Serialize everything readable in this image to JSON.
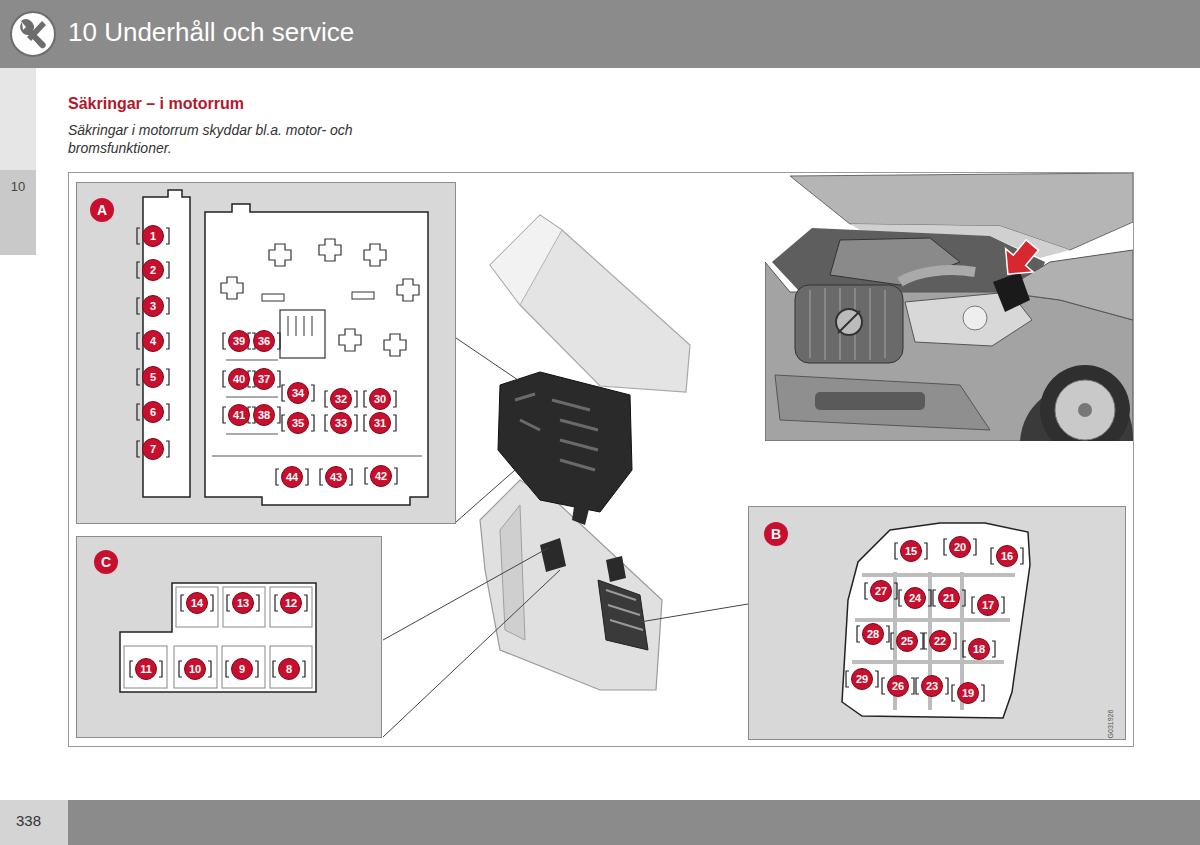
{
  "diagram": {
    "title": "Säkringar – i motorrum",
    "caption": "Säkringar i motorrum skyddar bl.a. motor- och bromsfunktioner.",
    "nodes": [
      {
        "text": [
          "A"
        ]
      },
      {
        "text": [
          "1"
        ],
        "in": 0
      },
      {
        "text": [
          "2"
        ],
        "in": 0
      },
      {
        "text": [
          "3"
        ],
        "in": 0
      },
      {
        "text": [
          "4"
        ],
        "in": 0
      },
      {
        "text": [
          "5"
        ],
        "in": 0
      },
      {
        "text": [
          "6"
        ],
        "in": 0
      },
      {
        "text": [
          "7"
        ],
        "in": 0
      },
      {
        "text": [
          "39"
        ],
        "in": 0
      },
      {
        "text": [
          "36"
        ],
        "in": 0
      },
      {
        "text": [
          "40"
        ],
        "in": 0
      },
      {
        "text": [
          "37"
        ],
        "in": 0
      },
      {
        "text": [
          "41"
        ],
        "in": 0
      },
      {
        "text": [
          "38"
        ],
        "in": 0
      },
      {
        "text": [
          "34"
        ],
        "in": 0
      },
      {
        "text": [
          "35"
        ],
        "in": 0
      },
      {
        "text": [
          "32"
        ],
        "in": 0
      },
      {
        "text": [
          "30"
        ],
        "in": 0
      },
      {
        "text": [
          "33"
        ],
        "in": 0
      },
      {
        "text": [
          "31"
        ],
        "in": 0
      },
      {
        "text": [
          "44"
        ],
        "in": 0
      },
      {
        "text": [
          "43"
        ],
        "in": 0
      },
      {
        "text": [
          "42"
        ],
        "in": 0
      },
      {
        "text": [
          "B"
        ]
      },
      {
        "text": [
          "15"
        ],
        "in": 23
      },
      {
        "text": [
          "20"
        ],
        "in": 23
      },
      {
        "text": [
          "16"
        ],
        "in": 23
      },
      {
        "text": [
          "27"
        ],
        "in": 23
      },
      {
        "text": [
          "24"
        ],
        "in": 23
      },
      {
        "text": [
          "21"
        ],
        "in": 23
      },
      {
        "text": [
          "17"
        ],
        "in": 23
      },
      {
        "text": [
          "28"
        ],
        "in": 23
      },
      {
        "text": [
          "25"
        ],
        "in": 23
      },
      {
        "text": [
          "22"
        ],
        "in": 23
      },
      {
        "text": [
          "18"
        ],
        "in": 23
      },
      {
        "text": [
          "29"
        ],
        "in": 23
      },
      {
        "text": [
          "26"
        ],
        "in": 23
      },
      {
        "text": [
          "23"
        ],
        "in": 23
      },
      {
        "text": [
          "19"
        ],
        "in": 23
      },
      {
        "text": [
          "C"
        ]
      },
      {
        "text": [
          "14"
        ],
        "in": 39
      },
      {
        "text": [
          "13"
        ],
        "in": 39
      },
      {
        "text": [
          "12"
        ],
        "in": 39
      },
      {
        "text": [
          "11"
        ],
        "in": 39
      },
      {
        "text": [
          "10"
        ],
        "in": 39
      },
      {
        "text": [
          "9"
        ],
        "in": 39
      },
      {
        "text": [
          "8"
        ],
        "in": 39
      }
    ],
    "labels": [
      "10 Underhåll och service",
      "10",
      "G031926",
      "338"
    ]
  }
}
